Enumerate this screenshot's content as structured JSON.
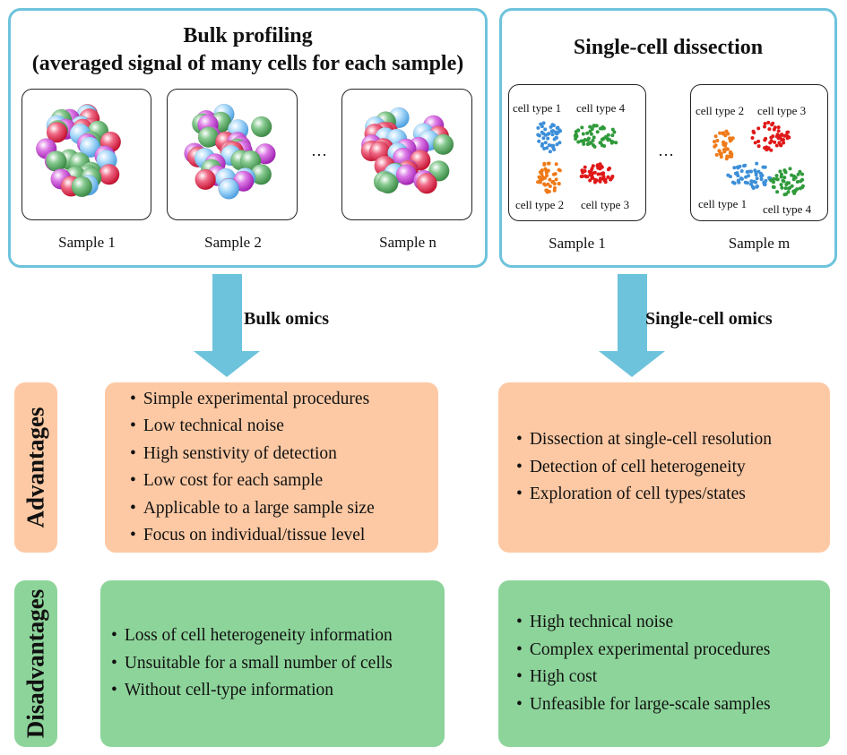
{
  "bulk_panel": {
    "title_line1": "Bulk profiling",
    "title_line2": "(averaged signal of many cells for each sample)",
    "ellipsis": "…",
    "samples": [
      "Sample 1",
      "Sample 2",
      "Sample n"
    ]
  },
  "single_panel": {
    "title": "Single-cell dissection",
    "ellipsis": "…",
    "samples": [
      "Sample 1",
      "Sample m"
    ],
    "sample1_clusters": [
      "cell type 1",
      "cell type 4",
      "cell type 2",
      "cell type 3"
    ],
    "samplem_clusters": [
      "cell type 2",
      "cell type 3",
      "cell type 1",
      "cell type 4"
    ]
  },
  "flow": {
    "bulk_label": "Bulk omics",
    "single_label": "Single-cell omics"
  },
  "rows": {
    "advantages_label": "Advantages",
    "disadvantages_label": "Disadvantages"
  },
  "bulk_advantages": [
    "Simple experimental procedures",
    "Low technical noise",
    "High senstivity of detection",
    "Low cost for each sample",
    "Applicable to a large sample size",
    "Focus on individual/tissue level"
  ],
  "single_advantages": [
    "Dissection at single-cell resolution",
    "Detection of cell heterogeneity",
    "Exploration of cell types/states"
  ],
  "bulk_disadvantages": [
    "Loss of cell heterogeneity information",
    "Unsuitable for a small number of cells",
    "Without cell-type information"
  ],
  "single_disadvantages": [
    "High technical noise",
    "Complex experimental procedures",
    "High cost",
    "Unfeasible for large-scale samples"
  ],
  "colors": {
    "panel_border": "#6ec3dc",
    "arrow": "#6ec3dc",
    "advantage_fill": "#fdc9a4",
    "disadvantage_fill": "#8dd49a",
    "cell_blue": "#7fc3f2",
    "cell_red": "#e0264a",
    "cell_green": "#4fa85a",
    "cell_magenta": "#c13ccf",
    "cluster_blue": "#3d8fd9",
    "cluster_green": "#2f9a3a",
    "cluster_orange": "#ef7a18",
    "cluster_red": "#e01818"
  }
}
